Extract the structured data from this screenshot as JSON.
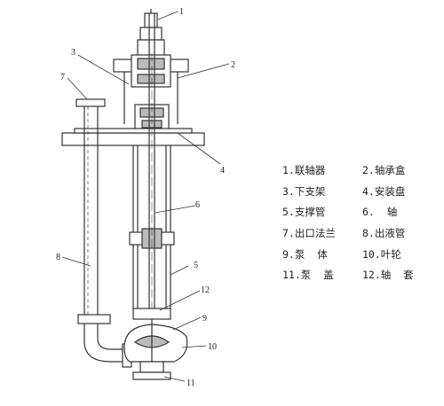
{
  "diagram": {
    "callouts": [
      "1",
      "2",
      "3",
      "4",
      "5",
      "6",
      "7",
      "8",
      "9",
      "10",
      "11",
      "12"
    ],
    "legend": [
      [
        "1.联轴器",
        "2.轴承盒"
      ],
      [
        "3.下支架",
        "4.安装盘"
      ],
      [
        "5.支撑管",
        "6.  轴"
      ],
      [
        "7.出口法兰",
        "8.出液管"
      ],
      [
        "9.泵  体",
        "10.叶轮"
      ],
      [
        "11.泵  盖",
        "12.轴  套"
      ]
    ]
  }
}
